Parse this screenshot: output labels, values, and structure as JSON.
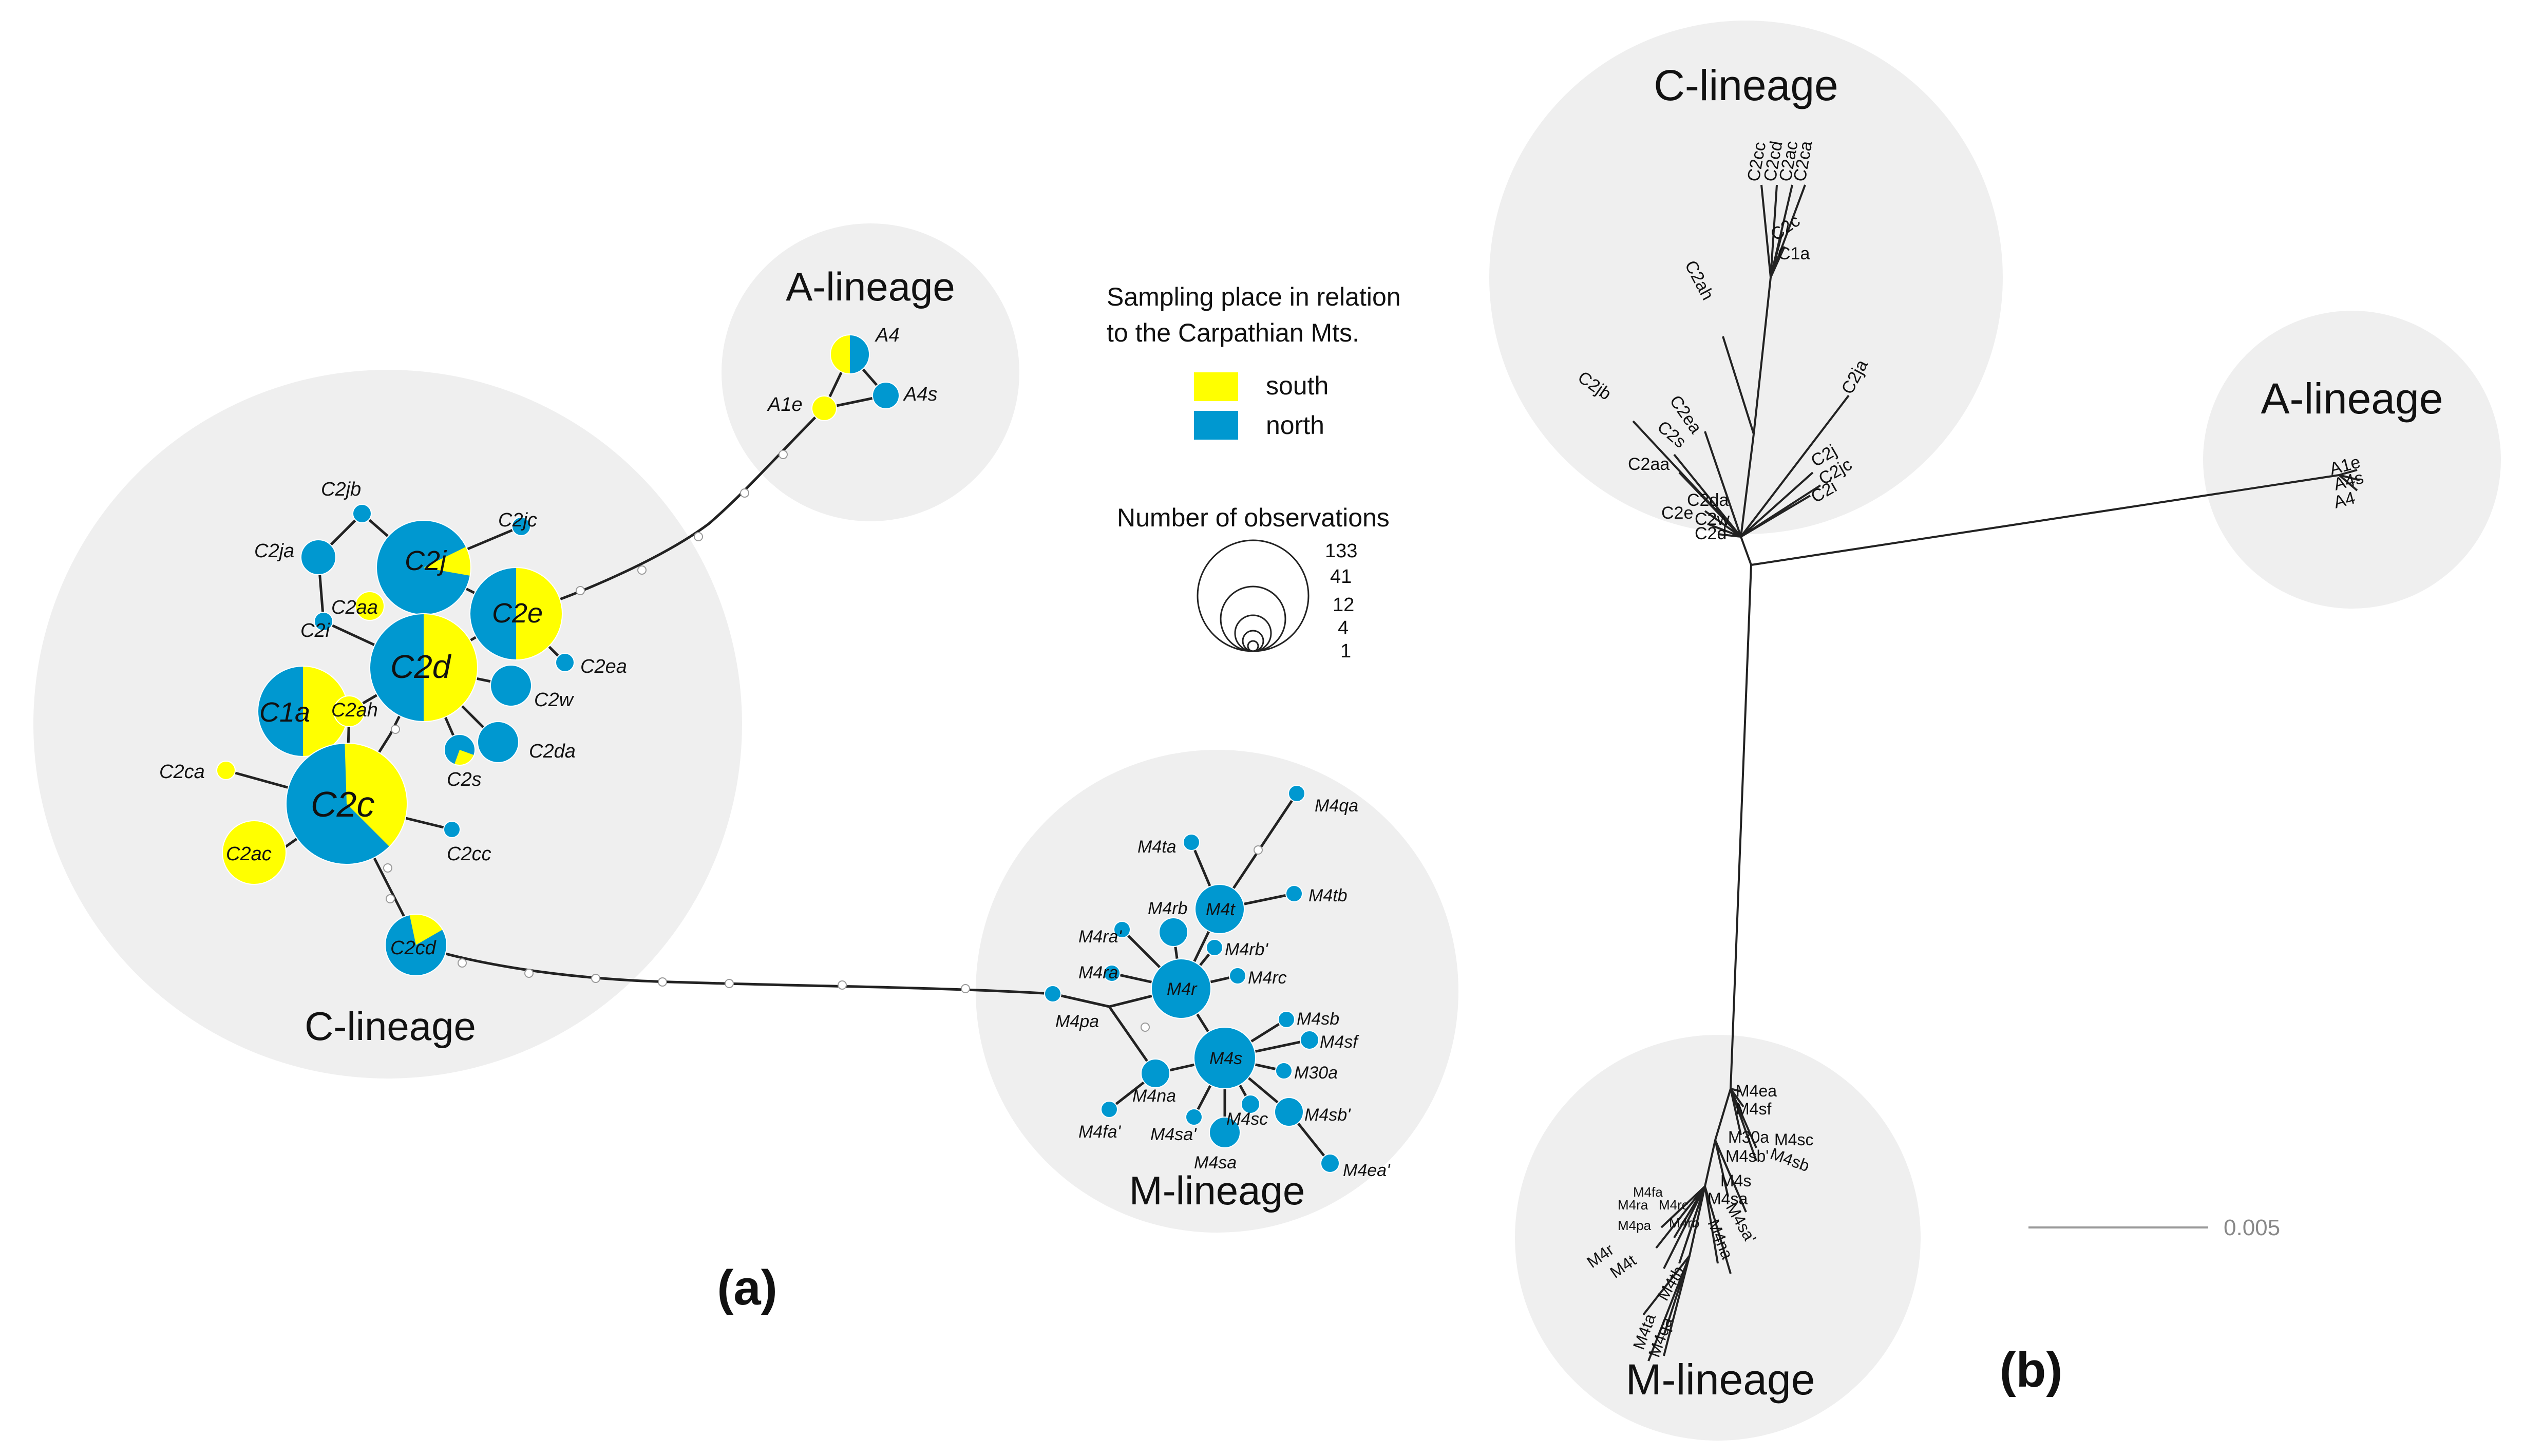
{
  "panel_a": {
    "label": "(a)",
    "lineages": {
      "a": "A-lineage",
      "c": "C-lineage",
      "m": "M-lineage"
    },
    "legend": {
      "title_line1": "Sampling place in relation",
      "title_line2": "to the Carpathian Mts.",
      "south": "south",
      "north": "north",
      "size_title": "Number of observations",
      "size_values": [
        "133",
        "41",
        "12",
        "4",
        "1"
      ]
    },
    "haplotypes": {
      "A4": "A4",
      "A4s": "A4s",
      "A1e": "A1e",
      "C2jb": "C2jb",
      "C2jc": "C2jc",
      "C2ja": "C2ja",
      "C2j": "C2j",
      "C2aa": "C2aa",
      "C2i": "C2i",
      "C2e": "C2e",
      "C2d": "C2d",
      "C2ea": "C2ea",
      "C1a": "C1a",
      "C2ah": "C2ah",
      "C2w": "C2w",
      "C2da": "C2da",
      "C2s": "C2s",
      "C2ca": "C2ca",
      "C2c": "C2c",
      "C2ac": "C2ac",
      "C2cc": "C2cc",
      "C2cd": "C2cd",
      "M4qa": "M4qa",
      "M4ta": "M4ta",
      "M4tb": "M4tb",
      "M4t": "M4t",
      "M4rb": "M4rb",
      "M4rb2": "M4rb'",
      "M4ra2": "M4ra'",
      "M4ra": "M4ra",
      "M4r": "M4r",
      "M4rc": "M4rc",
      "M4pa": "M4pa",
      "M4sb": "M4sb",
      "M4sf": "M4sf",
      "M4s": "M4s",
      "M30a": "M30a",
      "M4na": "M4na",
      "M4sb2": "M4sb'",
      "M4sc": "M4sc",
      "M4fa2": "M4fa'",
      "M4sa2": "M4sa'",
      "M4sa": "M4sa",
      "M4ea2": "M4ea'"
    }
  },
  "panel_b": {
    "label": "(b)",
    "lineages": {
      "c": "C-lineage",
      "a": "A-lineage",
      "m": "M-lineage"
    },
    "scale": "0.005",
    "tips": {
      "C2cc": "C2cc",
      "C2cd": "C2cd",
      "C2ac": "C2ac",
      "C2ca": "C2ca",
      "C2c": "C2c",
      "C1a": "C1a",
      "C2ah": "C2ah",
      "C2ja": "C2ja",
      "C2jb": "C2jb",
      "C2ea": "C2ea",
      "C2s": "C2s",
      "C2aa": "C2aa",
      "C2j": "C2j",
      "C2jc": "C2jc",
      "C2i": "C2i",
      "C2da": "C2da",
      "C2e": "C2e",
      "C2w": "C2w",
      "C2d": "C2d",
      "A1e": "A1e",
      "A4s": "A4s",
      "A4": "A4",
      "M4ea": "M4ea",
      "M4sf": "M4sf",
      "M30a": "M30a",
      "M4sc": "M4sc",
      "M4sb2": "M4sb'",
      "M4sb": "M4sb",
      "M4s": "M4s",
      "M4sa": "M4sa",
      "M4fa": "M4fa",
      "M4ra": "M4ra",
      "M4rc": "M4rc",
      "M4rb": "M4rb",
      "M4na": "M4na",
      "M4sa2": "M4sa'",
      "M4pa": "M4pa",
      "M4r": "M4r",
      "M4t": "M4t",
      "M4tb": "M4tb",
      "M4ta": "M4ta",
      "M4qa": "M4qa"
    }
  },
  "colors": {
    "south": "#ffff00",
    "north": "#0098d0",
    "circle_bg": "#efefef"
  }
}
